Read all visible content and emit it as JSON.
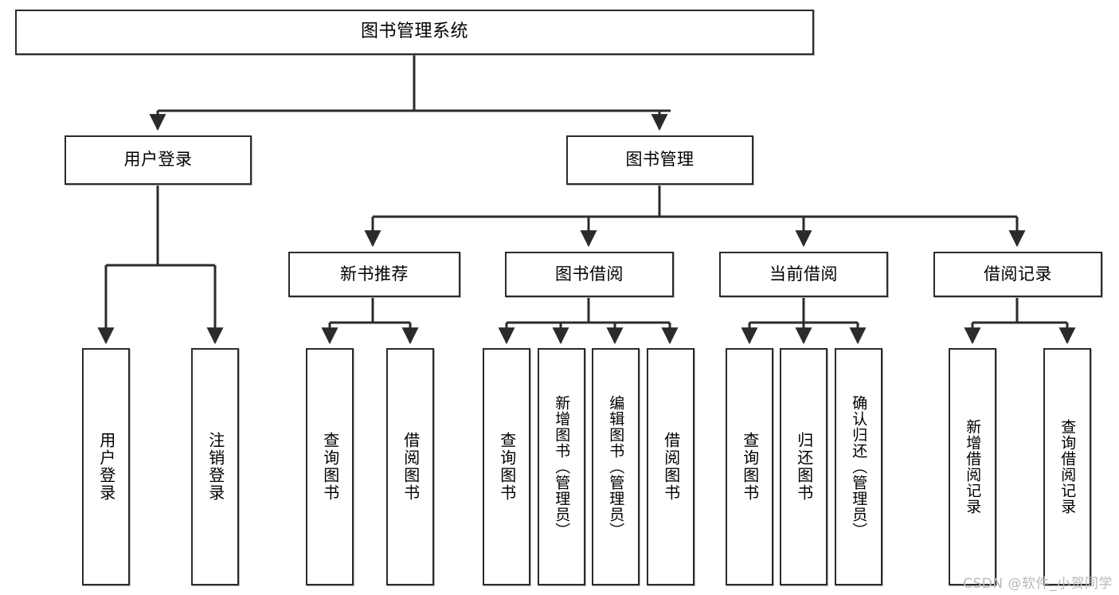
{
  "diagram": {
    "type": "tree",
    "title": "图书管理系统",
    "watermark": "CSDN @软件_小贺同学",
    "colors": {
      "box_border": "#2b2b2b",
      "box_fill": "#ffffff",
      "connector": "#2b2b2b",
      "watermark": "#b8b8b8"
    },
    "root": {
      "label": "图书管理系统"
    },
    "level2": [
      {
        "label": "用户登录"
      },
      {
        "label": "图书管理"
      }
    ],
    "level3": [
      {
        "label": "新书推荐"
      },
      {
        "label": "图书借阅"
      },
      {
        "label": "当前借阅"
      },
      {
        "label": "借阅记录"
      }
    ],
    "leaves": {
      "user_login": [
        {
          "label": "用户登录"
        },
        {
          "label": "注销登录"
        }
      ],
      "new_book": [
        {
          "label": "查询图书"
        },
        {
          "label": "借阅图书"
        }
      ],
      "book_borrow": [
        {
          "label": "查询图书"
        },
        {
          "label": "新增图书（管理员）"
        },
        {
          "label": "编辑图书（管理员）"
        },
        {
          "label": "借阅图书"
        }
      ],
      "current_borrow": [
        {
          "label": "查询图书"
        },
        {
          "label": "归还图书"
        },
        {
          "label": "确认归还（管理员）"
        }
      ],
      "borrow_record": [
        {
          "label": "新增借阅记录"
        },
        {
          "label": "查询借阅记录"
        }
      ]
    }
  }
}
